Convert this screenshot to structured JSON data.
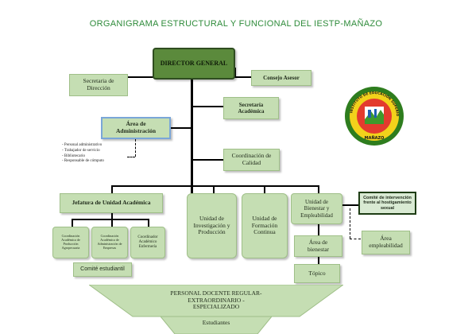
{
  "title": "ORGANIGRAMA ESTRUCTURAL Y FUNCIONAL DEL IESTP-MAÑAZO",
  "nodes": {
    "director": "DIRECTOR GENERAL",
    "consejo": "Consejo Asesor",
    "secretaria_direccion": "Secretaria de Dirección",
    "secretaria_academica": "Secretaría Académica",
    "area_administracion": "Área de Administración",
    "coordinacion_calidad": "Coordinación de Calidad",
    "jefatura": "Jefatura de Unidad Académica",
    "investigacion": "Unidad de Investigación y Producción",
    "formacion": "Unidad de Formación Continua",
    "bienestar_empleabilidad": "Unidad de Bienestar y Empleabilidad",
    "comite_intervencion": "Comité de intervención frente al hostigamiento sexual",
    "area_bienestar": "Área de bienestar",
    "area_empleabilidad": "Área empleabilidad",
    "topico": "Tópico",
    "coord_produccion": "Coordinación Académica de Producción Agropecuaria",
    "coord_administracion": "Coordinación Académica de Administración de Empresas",
    "coordinador_enfermeria": "Coordinador Académico Enfermería",
    "comite_estudiantil": "Comité estudiantil",
    "personal_docente": "PERSONAL DOCENTE REGULAR- EXTRAORDINARIO - ESPECIALIZADO",
    "estudiantes": "Estudiantes"
  },
  "admin_staff": [
    "- Personal administrativo",
    "- Trabajador de servicio",
    "- Bibliotecario",
    "- Responsable de cómputo"
  ],
  "logo": {
    "arc_text": "INSTITUTO DE EDUCACIÓN SUPERIOR TECNOLÓGICO PÚBLICO",
    "bottom_text": "MAÑAZO"
  },
  "colors": {
    "box_fill": "#c5deb3",
    "director_fill": "#5b8a3c",
    "title_color": "#2e8b3a",
    "comite_fill": "#d9ead3"
  }
}
